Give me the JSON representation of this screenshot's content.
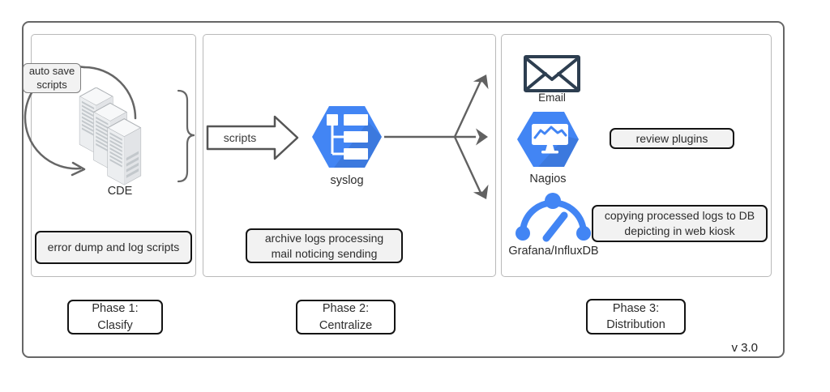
{
  "diagram": {
    "version_label": "v 3.0",
    "phase1": {
      "callout_label": "auto save\nscripts",
      "server_label": "CDE",
      "note_label": "error dump and log scripts",
      "phase_label": "Phase 1:\nClasify"
    },
    "phase2": {
      "flow_arrow_label": "scripts",
      "hub_label": "syslog",
      "note_label": "archive logs processing\nmail noticing sending",
      "phase_label": "Phase 2:\nCentralize"
    },
    "phase3": {
      "email_label": "Email",
      "monitoring_label": "Nagios",
      "metrics_label": "Grafana/InfluxDB",
      "review_note_label": "review plugins",
      "copy_note_label": "copying processed logs to DB\ndepicting in web kiosk",
      "phase_label": "Phase 3:\nDistribution"
    },
    "icons": {
      "server_stack": "server-stack-icon",
      "syslog_hexagon": "syslog-logging-icon",
      "email": "email-envelope-icon",
      "nagios_hexagon": "nagios-monitoring-icon",
      "grafana_gauge": "grafana-gauge-icon"
    },
    "colors": {
      "icon_blue": "#4285F4",
      "envelope_navy": "#2D3E50",
      "connector_gray": "#616161",
      "panel_border": "#B9B9B9",
      "note_fill": "#F2F2F2"
    }
  }
}
